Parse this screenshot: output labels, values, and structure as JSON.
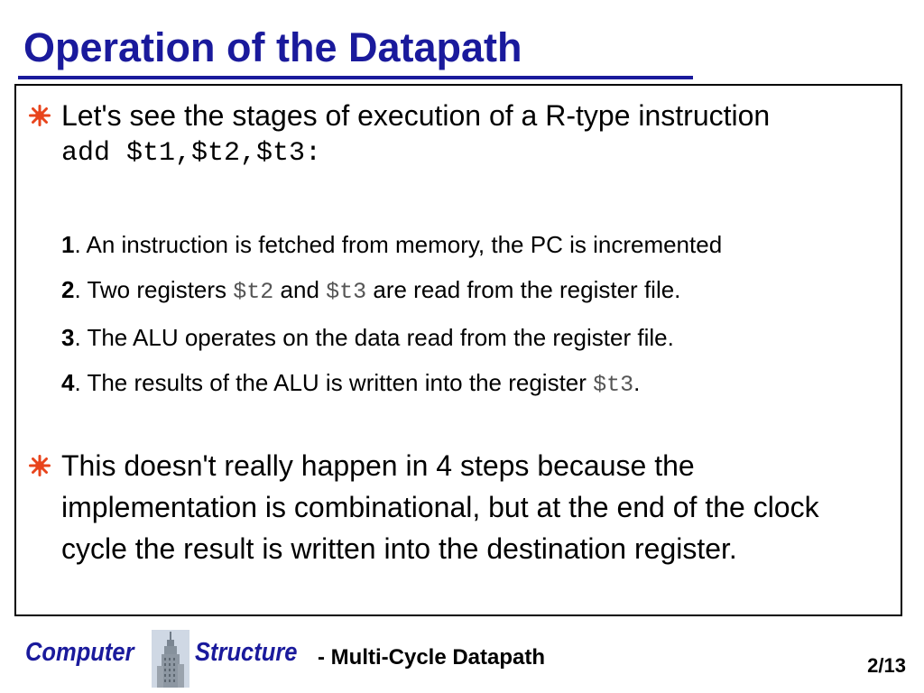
{
  "slide": {
    "title": "Operation of the Datapath"
  },
  "icons": {
    "bullet": "sunburst-bullet-icon",
    "footer_logo": "skyscraper-icon"
  },
  "colors": {
    "title": "#1a1a9c",
    "bullet": "#e8441c",
    "code_inline": "#555555"
  },
  "content": {
    "bullet1": {
      "text": "Let's see the stages of execution of a R-type instruction",
      "code": "add $t1,$t2,$t3:"
    },
    "steps": [
      {
        "num": "1",
        "text": ". An instruction is fetched from memory, the PC is incremented"
      },
      {
        "num": "2",
        "text_a": ". Two registers ",
        "code_a": "$t2",
        "text_b": " and ",
        "code_b": "$t3",
        "text_c": " are read from the register file."
      },
      {
        "num": "3",
        "text": ". The ALU operates on the data read from the register file."
      },
      {
        "num": "4",
        "text_a": ". The results of the ALU is written into the register  ",
        "code_a": "$t3",
        "text_b": "."
      }
    ],
    "bullet2": {
      "text": "This doesn't really happen in 4 steps because the implementation is combinational, but at the end of the clock cycle the result is written into the destination register."
    }
  },
  "footer": {
    "word1": "Computer",
    "word2": "Structure",
    "subtitle": "- Multi-Cycle Datapath",
    "page": "2/13"
  }
}
